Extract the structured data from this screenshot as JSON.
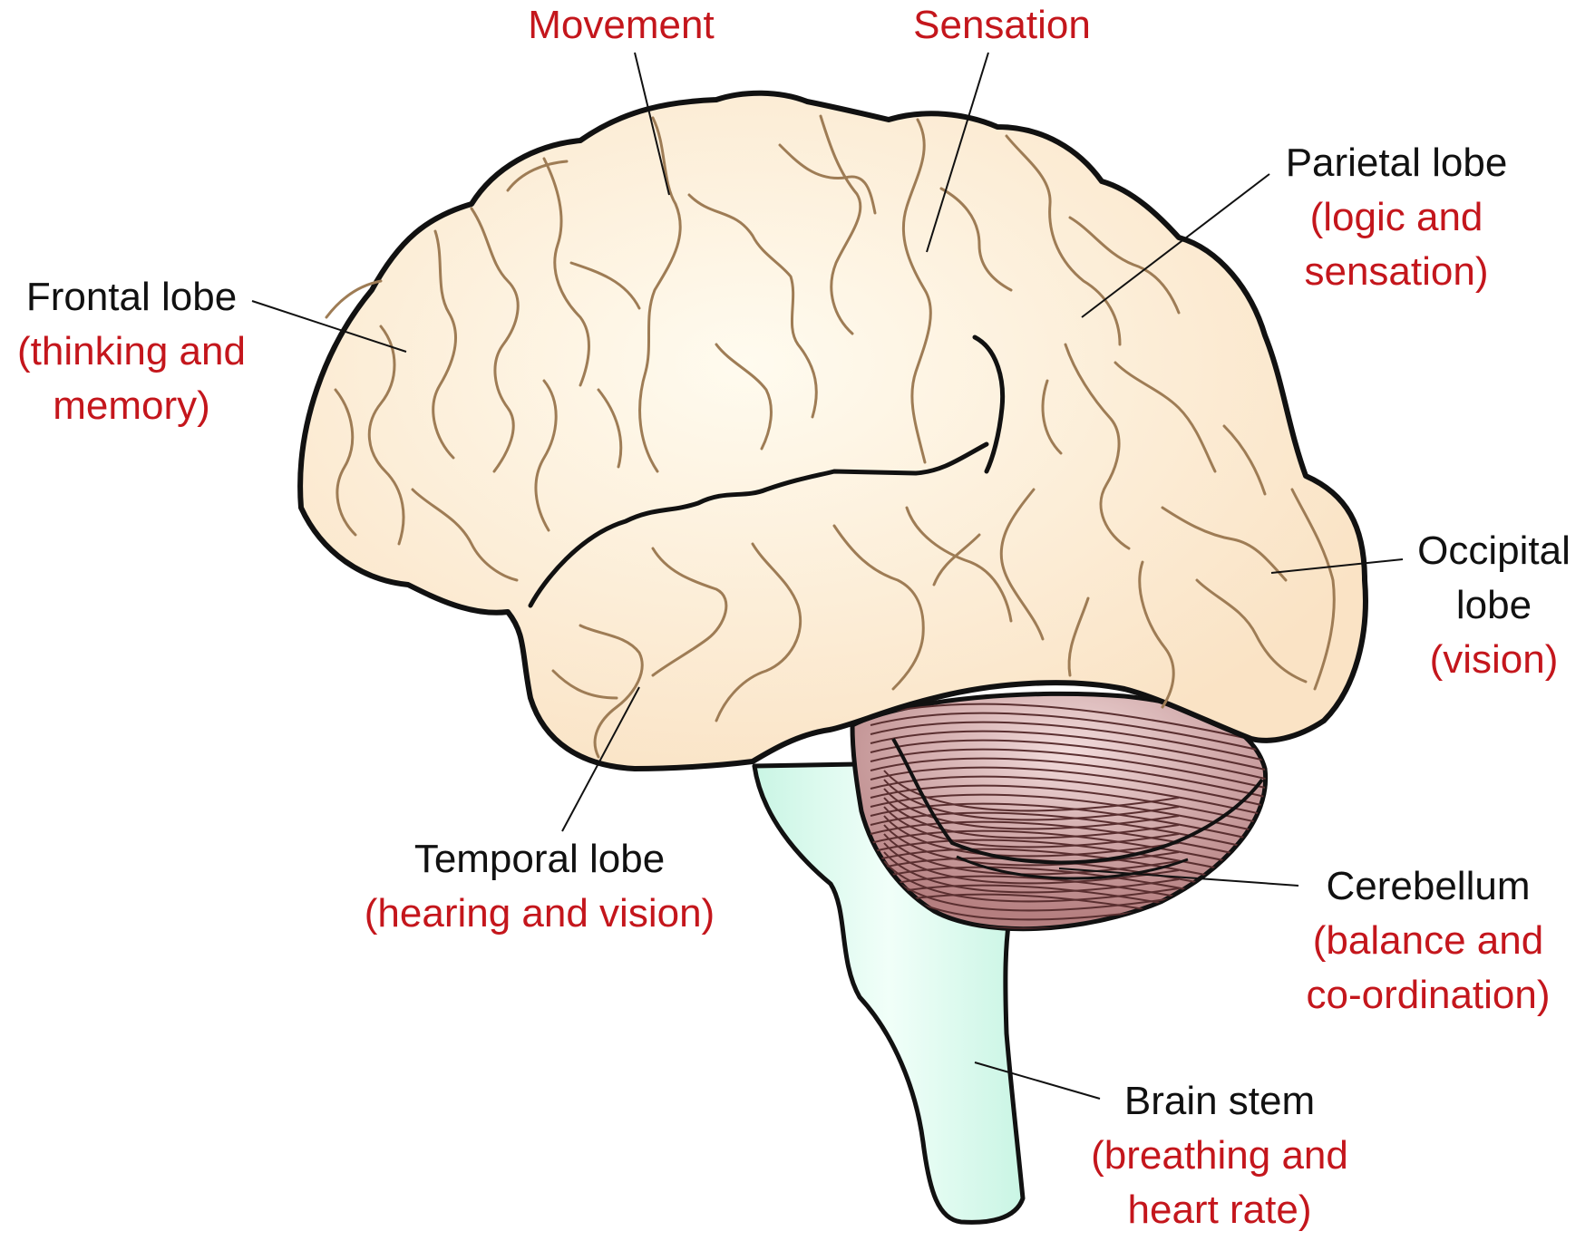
{
  "colors": {
    "cortex": "#fae3c5",
    "cortex_highlight": "#fffbef",
    "sulci": "#9e7c55",
    "cerebellum": "#b57f80",
    "cerebellum_highlight": "#f2dcdc",
    "brainstem": "#d9fbee",
    "outline": "#111111",
    "label_text": "#111111",
    "function_text": "#c4161c"
  },
  "labels": {
    "movement": {
      "function": "Movement"
    },
    "sensation": {
      "function": "Sensation"
    },
    "parietal": {
      "name": "Parietal lobe",
      "function_line1": "(logic and",
      "function_line2": "sensation)"
    },
    "frontal": {
      "name": "Frontal lobe",
      "function_line1": "(thinking and",
      "function_line2": "memory)"
    },
    "occipital": {
      "name_line1": "Occipital",
      "name_line2": "lobe",
      "function": "(vision)"
    },
    "temporal": {
      "name": "Temporal lobe",
      "function": "(hearing and vision)"
    },
    "cerebellum": {
      "name": "Cerebellum",
      "function_line1": "(balance and",
      "function_line2": "co-ordination)"
    },
    "brainstem": {
      "name": "Brain stem",
      "function_line1": "(breathing and",
      "function_line2": "heart rate)"
    }
  }
}
